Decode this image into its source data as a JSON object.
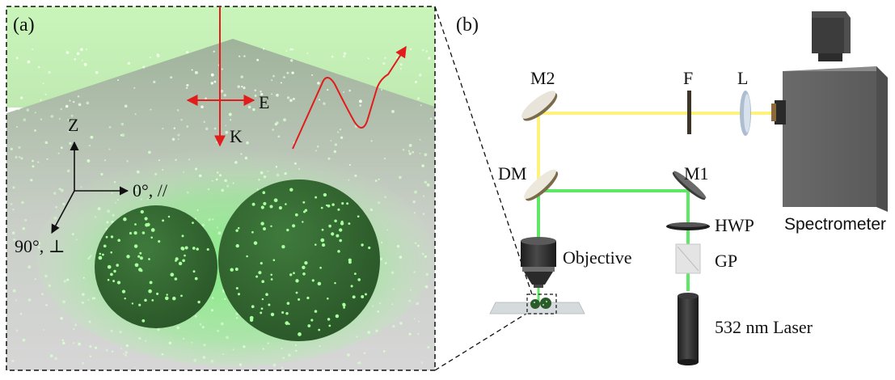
{
  "panel_a": {
    "label": "(a)",
    "axes": {
      "z": "Z",
      "x": "0°, //",
      "y": "90°, ⊥"
    },
    "beam": {
      "e_field": "E",
      "k_vector": "K"
    }
  },
  "panel_b": {
    "label": "(b)",
    "components": {
      "m2": "M2",
      "f": "F",
      "l": "L",
      "dm": "DM",
      "m1": "M1",
      "hwp": "HWP",
      "gp": "GP",
      "objective": "Objective",
      "laser": "532 nm Laser",
      "spectrometer": "Spectrometer"
    }
  },
  "colors": {
    "laser_beam": "#5fe866",
    "signal_beam": "#fff27a",
    "arrow_red": "#e21b1b",
    "glow_green": "#7cf07c"
  }
}
